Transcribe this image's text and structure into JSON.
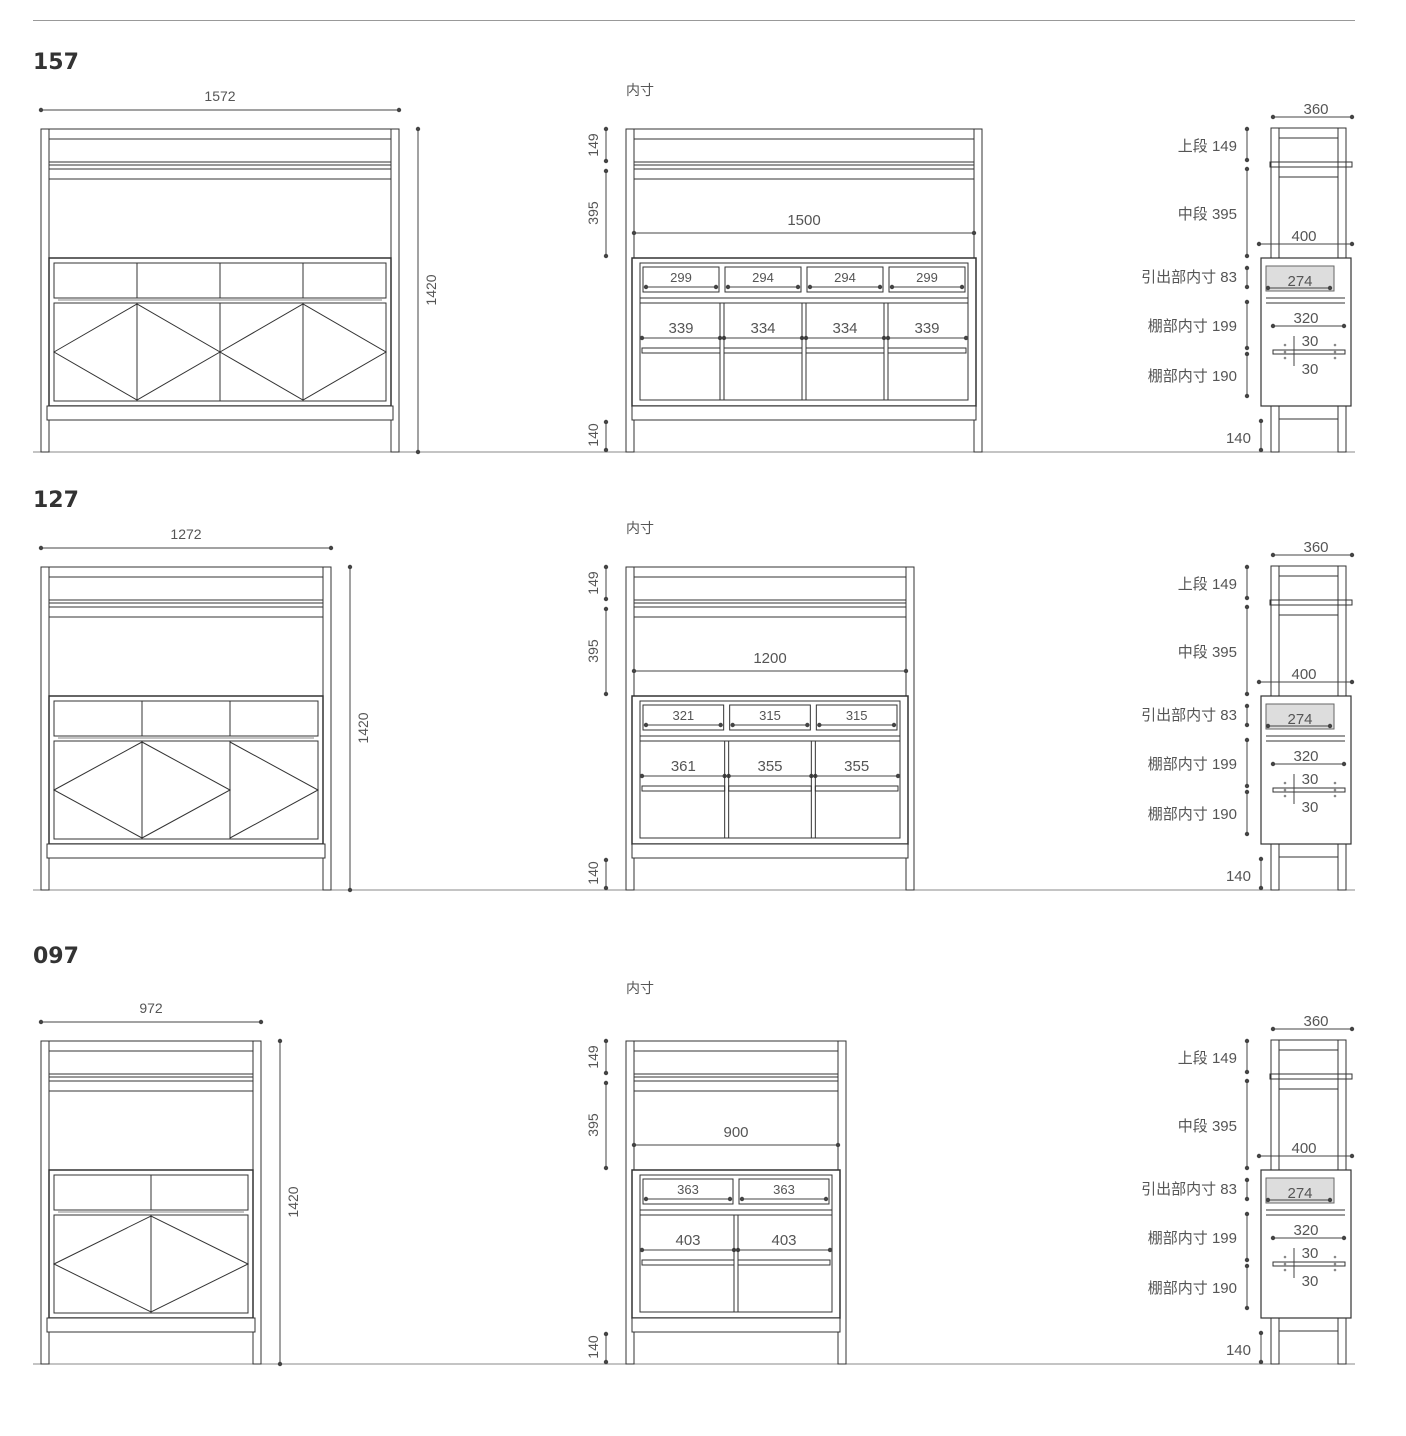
{
  "sections": [
    {
      "model": "157",
      "front": {
        "width": "1572",
        "height": "1420",
        "doors": 4
      },
      "inner": {
        "label": "内寸",
        "upper": "149",
        "middle": "395",
        "leg": "140",
        "inner_width": "1500",
        "drawers": [
          "299",
          "294",
          "294",
          "299"
        ],
        "shelves": [
          "339",
          "334",
          "334",
          "339"
        ]
      },
      "side": {
        "depth_top": "360",
        "depth_body": "400",
        "upper": "上段 149",
        "middle": "中段 395",
        "drawer_inner": "引出部内寸 83",
        "shelf_upper": "棚部内寸 199",
        "shelf_lower": "棚部内寸 190",
        "leg": "140",
        "drawer_depth": "274",
        "shelf_depth": "320",
        "shelf_adj_up": "30",
        "shelf_adj_down": "30"
      }
    },
    {
      "model": "127",
      "front": {
        "width": "1272",
        "height": "1420",
        "doors": 3
      },
      "inner": {
        "label": "内寸",
        "upper": "149",
        "middle": "395",
        "leg": "140",
        "inner_width": "1200",
        "drawers": [
          "321",
          "315",
          "315"
        ],
        "shelves": [
          "361",
          "355",
          "355"
        ]
      },
      "side": {
        "depth_top": "360",
        "depth_body": "400",
        "upper": "上段 149",
        "middle": "中段 395",
        "drawer_inner": "引出部内寸 83",
        "shelf_upper": "棚部内寸 199",
        "shelf_lower": "棚部内寸 190",
        "leg": "140",
        "drawer_depth": "274",
        "shelf_depth": "320",
        "shelf_adj_up": "30",
        "shelf_adj_down": "30"
      }
    },
    {
      "model": "097",
      "front": {
        "width": "972",
        "height": "1420",
        "doors": 2
      },
      "inner": {
        "label": "内寸",
        "upper": "149",
        "middle": "395",
        "leg": "140",
        "inner_width": "900",
        "drawers": [
          "363",
          "363"
        ],
        "shelves": [
          "403",
          "403"
        ]
      },
      "side": {
        "depth_top": "360",
        "depth_body": "400",
        "upper": "上段 149",
        "middle": "中段 395",
        "drawer_inner": "引出部内寸 83",
        "shelf_upper": "棚部内寸 199",
        "shelf_lower": "棚部内寸 190",
        "leg": "140",
        "drawer_depth": "274",
        "shelf_depth": "320",
        "shelf_adj_up": "30",
        "shelf_adj_down": "30"
      }
    }
  ]
}
